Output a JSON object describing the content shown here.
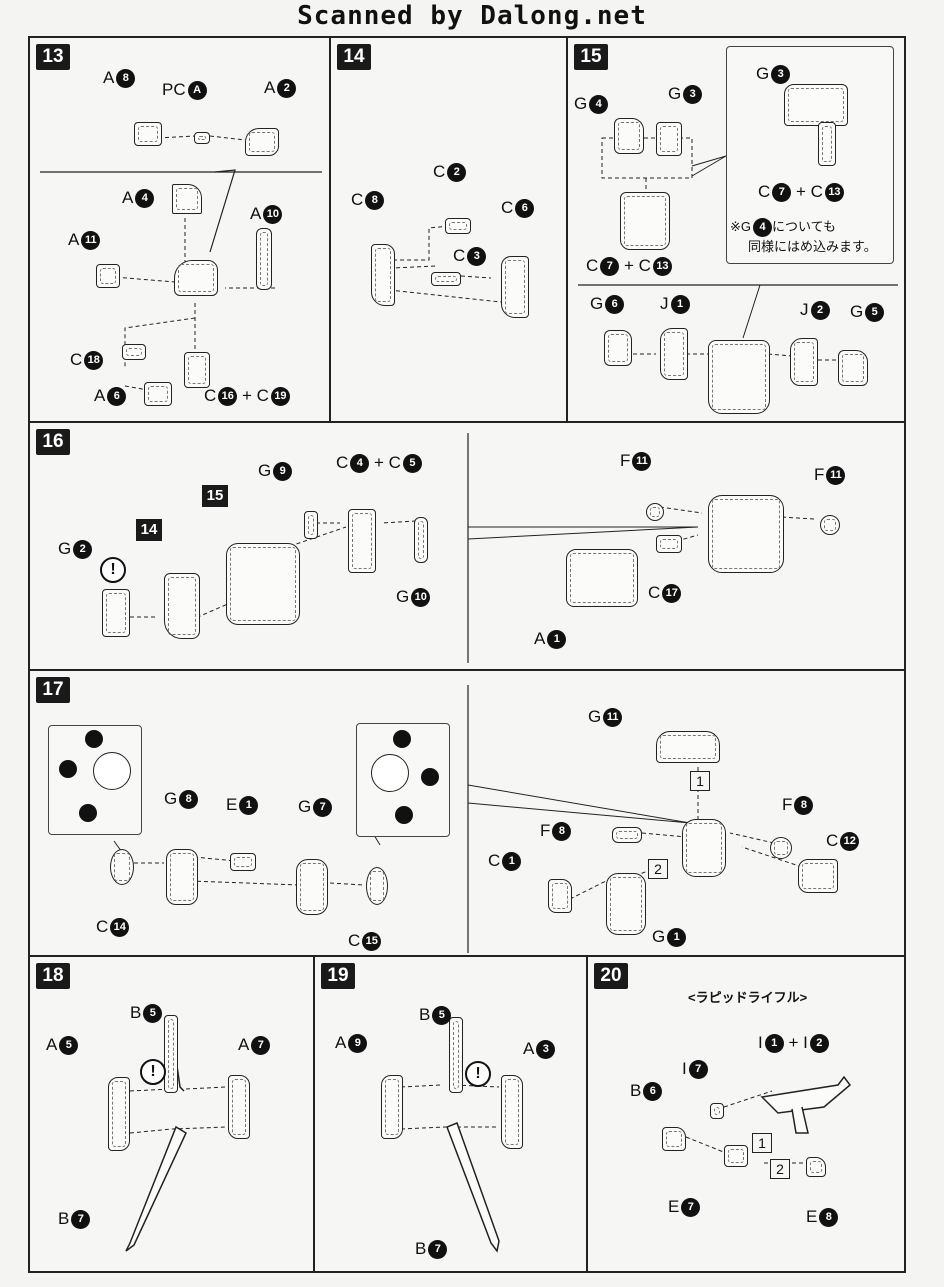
{
  "header": {
    "scan_credit": "Scanned by Dalong.net"
  },
  "steps": {
    "s13": {
      "number": "13",
      "labels": {
        "a8": [
          "A",
          "8"
        ],
        "pca": [
          "PC",
          "A"
        ],
        "a2": [
          "A",
          "2"
        ],
        "a4": [
          "A",
          "4"
        ],
        "a10": [
          "A",
          "10"
        ],
        "a11": [
          "A",
          "11"
        ],
        "c18": [
          "C",
          "18"
        ],
        "a6": [
          "A",
          "6"
        ],
        "c16": [
          "C",
          "16"
        ],
        "c19": [
          "C",
          "19"
        ]
      }
    },
    "s14": {
      "number": "14",
      "labels": {
        "c2": [
          "C",
          "2"
        ],
        "c8": [
          "C",
          "8"
        ],
        "c6": [
          "C",
          "6"
        ],
        "c3": [
          "C",
          "3"
        ]
      }
    },
    "s15": {
      "number": "15",
      "labels": {
        "g4": [
          "G",
          "4"
        ],
        "g3": [
          "G",
          "3"
        ],
        "g3b": [
          "G",
          "3"
        ],
        "c7a": [
          "C",
          "7"
        ],
        "c13a": [
          "C",
          "13"
        ],
        "c7b": [
          "C",
          "7"
        ],
        "c13b": [
          "C",
          "13"
        ],
        "g6": [
          "G",
          "6"
        ],
        "j1": [
          "J",
          "1"
        ],
        "j2": [
          "J",
          "2"
        ],
        "g5": [
          "G",
          "5"
        ]
      },
      "note_line1_pre": "※G",
      "note_line1_num": "4",
      "note_line1_post": "についても",
      "note_line2": "同様にはめ込みます。"
    },
    "s16": {
      "number": "16",
      "tag15": "15",
      "tag14": "14",
      "labels": {
        "g9": [
          "G",
          "9"
        ],
        "c4": [
          "C",
          "4"
        ],
        "c5": [
          "C",
          "5"
        ],
        "g2": [
          "G",
          "2"
        ],
        "g10": [
          "G",
          "10"
        ],
        "f11a": [
          "F",
          "11"
        ],
        "f11b": [
          "F",
          "11"
        ],
        "c17": [
          "C",
          "17"
        ],
        "a1": [
          "A",
          "1"
        ]
      }
    },
    "s17": {
      "number": "17",
      "labels": {
        "g8": [
          "G",
          "8"
        ],
        "e1": [
          "E",
          "1"
        ],
        "g7": [
          "G",
          "7"
        ],
        "c14": [
          "C",
          "14"
        ],
        "c15": [
          "C",
          "15"
        ],
        "g11": [
          "G",
          "11"
        ],
        "f8a": [
          "F",
          "8"
        ],
        "f8b": [
          "F",
          "8"
        ],
        "c1": [
          "C",
          "1"
        ],
        "c12": [
          "C",
          "12"
        ],
        "g1": [
          "G",
          "1"
        ]
      },
      "order1": "1",
      "order2": "2"
    },
    "s18": {
      "number": "18",
      "labels": {
        "b5": [
          "B",
          "5"
        ],
        "a5": [
          "A",
          "5"
        ],
        "a7": [
          "A",
          "7"
        ],
        "b7": [
          "B",
          "7"
        ]
      }
    },
    "s19": {
      "number": "19",
      "labels": {
        "b5": [
          "B",
          "5"
        ],
        "a9": [
          "A",
          "9"
        ],
        "a3": [
          "A",
          "3"
        ],
        "b7": [
          "B",
          "7"
        ]
      }
    },
    "s20": {
      "number": "20",
      "title": "<ラピッドライフル>",
      "labels": {
        "i1": [
          "I",
          "1"
        ],
        "i2": [
          "I",
          "2"
        ],
        "i7": [
          "I",
          "7"
        ],
        "b6": [
          "B",
          "6"
        ],
        "e7": [
          "E",
          "7"
        ],
        "e8": [
          "E",
          "8"
        ]
      },
      "order1": "1",
      "order2": "2"
    }
  },
  "icons": {
    "caution": "exclamation-icon",
    "tab_marker": "pointer-icon"
  }
}
